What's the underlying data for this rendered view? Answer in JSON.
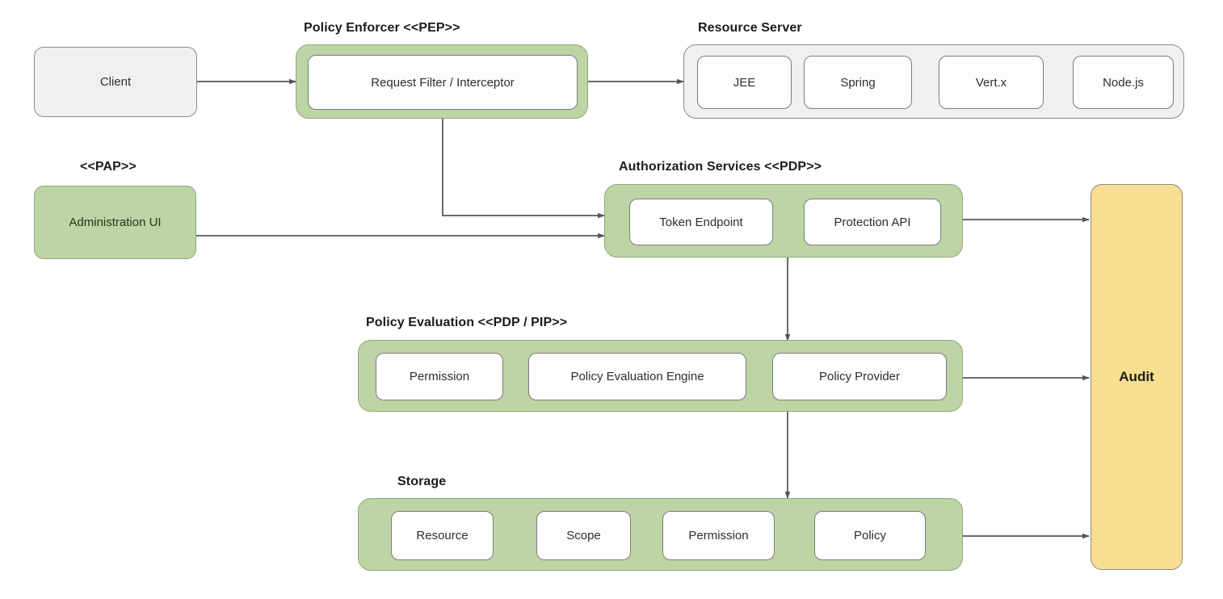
{
  "diagram": {
    "title_client": "Client",
    "sections": {
      "policy_enforcer": {
        "title": "Policy Enforcer <<PEP>>",
        "children": [
          "Request Filter / Interceptor"
        ]
      },
      "resource_server": {
        "title": "Resource Server",
        "children": [
          "JEE",
          "Spring",
          "Vert.x",
          "Node.js"
        ]
      },
      "pap": {
        "title": "<<PAP>>",
        "children": [
          "Administration UI"
        ]
      },
      "authorization_services": {
        "title": "Authorization Services <<PDP>>",
        "children": [
          "Token Endpoint",
          "Protection API"
        ]
      },
      "policy_evaluation": {
        "title": "Policy Evaluation <<PDP / PIP>>",
        "children": [
          "Permission",
          "Policy Evaluation Engine",
          "Policy Provider"
        ]
      },
      "storage": {
        "title": "Storage",
        "children": [
          "Resource",
          "Scope",
          "Permission",
          "Policy"
        ]
      },
      "audit": {
        "label": "Audit"
      }
    },
    "colors": {
      "green_fill": "#bdd4a5",
      "green_border": "#8fa97c",
      "gray_fill": "#f0f0f0",
      "gray_border": "#8a8a8a",
      "yellow_fill": "#f6de93",
      "yellow_border": "#8d8a72",
      "white_fill": "#fdfdfd",
      "line": "#6b6b6b",
      "text": "#2f2f2f"
    }
  }
}
